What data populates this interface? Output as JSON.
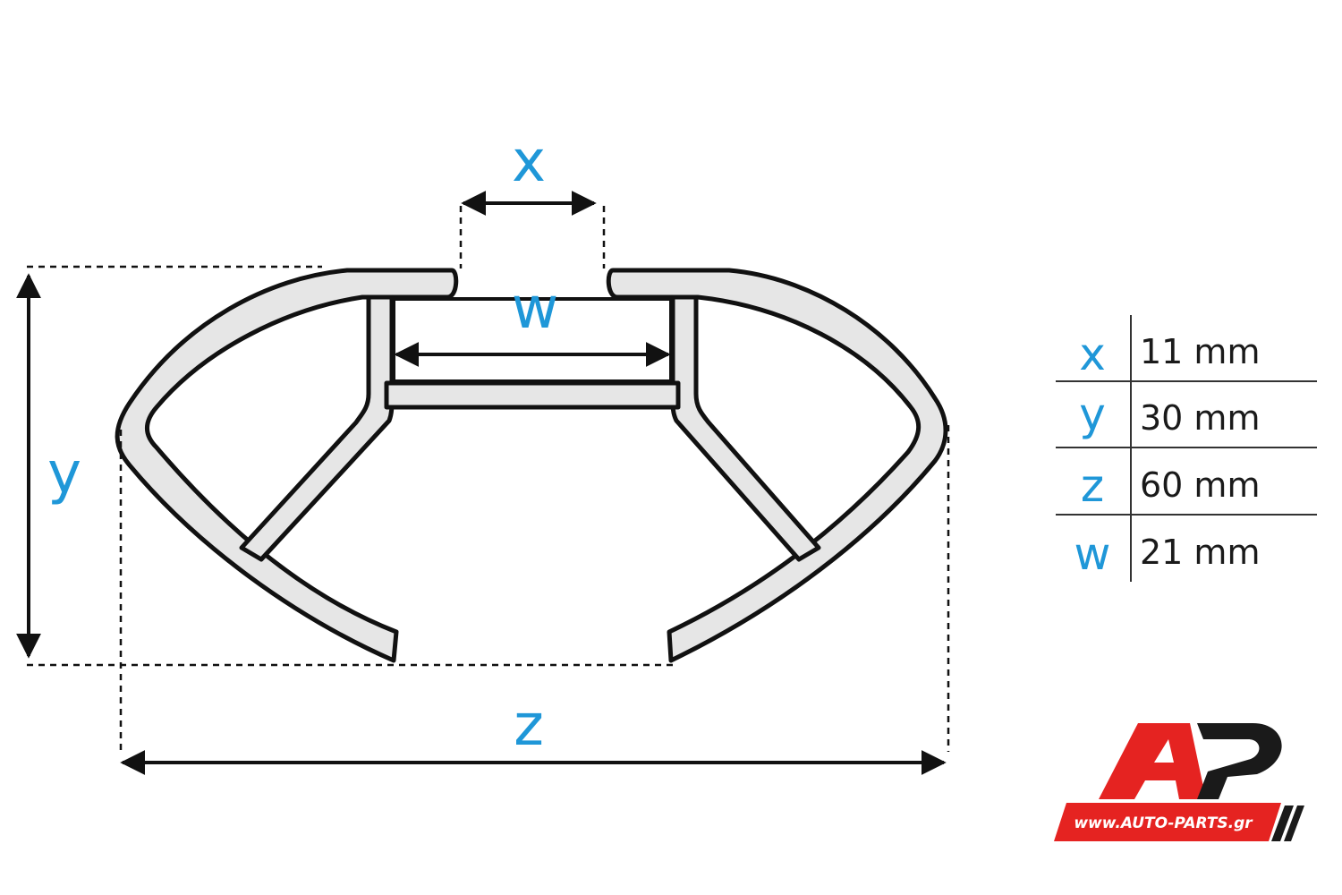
{
  "dimension_labels": {
    "x": "x",
    "y": "y",
    "z": "z",
    "w": "w"
  },
  "spec_table": [
    {
      "key": "x",
      "value": "11 mm"
    },
    {
      "key": "y",
      "value": "30 mm"
    },
    {
      "key": "z",
      "value": "60 mm"
    },
    {
      "key": "w",
      "value": "21 mm"
    }
  ],
  "logo": {
    "mark": "AP",
    "url_text": "www.AUTO-PARTS.gr"
  },
  "colors": {
    "accent_blue": "#1f97d8",
    "profile_fill": "#e6e6e6",
    "outline": "#111111",
    "logo_red": "#e52321",
    "logo_dark": "#1a1a1a"
  }
}
